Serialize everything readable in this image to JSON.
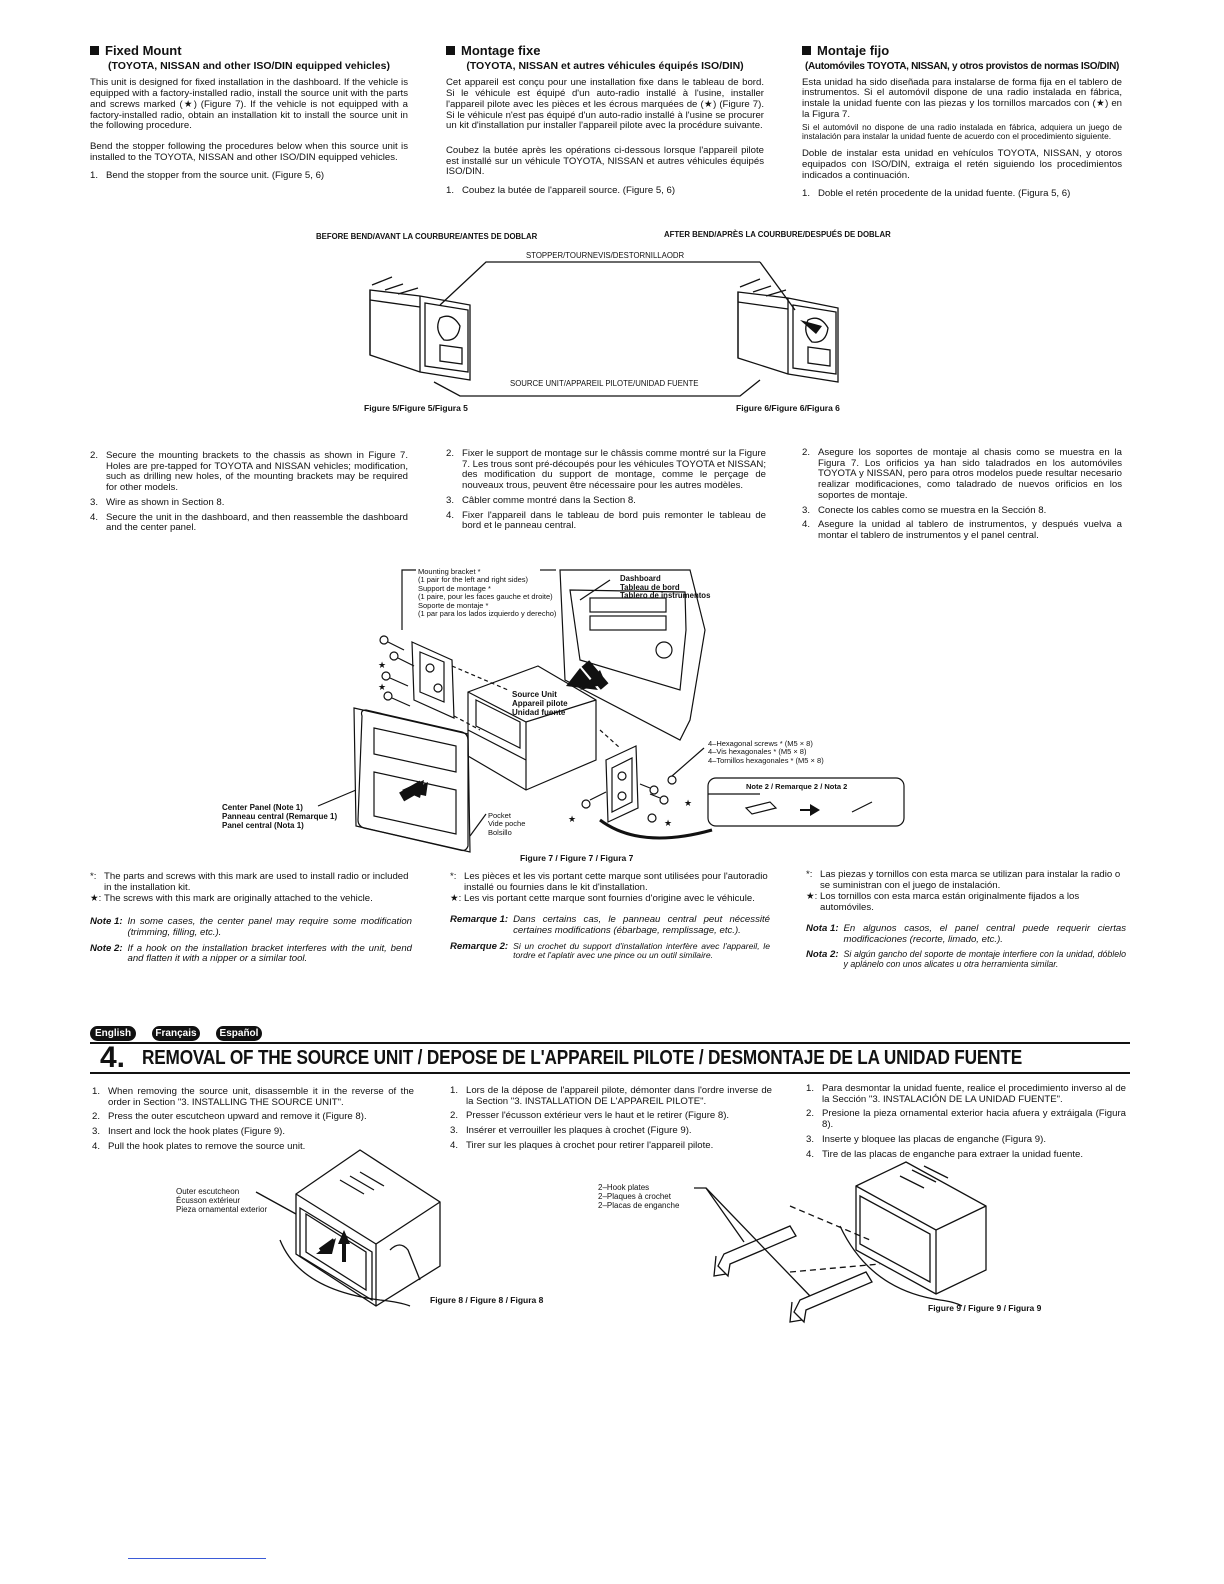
{
  "top": {
    "en": {
      "title": "Fixed Mount",
      "subtitle": "(TOYOTA, NISSAN and other ISO/DIN equipped vehicles)",
      "p1": "This unit is designed for fixed installation in the dashboard. If the vehicle is equipped with a factory-installed radio, install the source unit with the parts and screws marked (★) (Figure 7). If the vehicle is not equipped with a factory-installed radio, obtain an installation kit to install the source unit in the following procedure.",
      "p2": "Bend the stopper following the procedures below when this source unit is installed to the TOYOTA, NISSAN and other ISO/DIN equipped vehicles.",
      "step1": "Bend the stopper from the source unit. (Figure 5, 6)"
    },
    "fr": {
      "title": "Montage fixe",
      "subtitle": "(TOYOTA, NISSAN et autres véhicules équipés ISO/DIN)",
      "p1": "Cet appareil est conçu pour une installation fixe dans le tableau de bord. Si le véhicule est équipé d'un auto-radio installé à l'usine, installer l'appareil pilote avec les pièces et les écrous marquées de (★) (Figure 7). Si le véhicule n'est pas équipé d'un auto-radio installé à l'usine se procurer un kit d'installation pur installer l'appareil pilote avec la procédure suivante.",
      "p2": "Coubez la butée après les opérations ci-dessous lorsque l'appareil pilote est installé sur un véhicule TOYOTA, NISSAN et autres véhicules équipés ISO/DIN.",
      "step1": "Coubez la butée de l'appareil source. (Figure 5, 6)"
    },
    "es": {
      "title": "Montaje fijo",
      "subtitle": "(Automóviles TOYOTA, NISSAN, y otros provistos de normas ISO/DIN)",
      "p1": "Esta unidad ha sido diseñada para instalarse de forma fija en el tablero de instrumentos. Si el automóvil dispone de una radio instalada en fábrica, instale la unidad fuente con las piezas y los tornillos marcados con (★) en la Figura 7.",
      "p1small": "Si el automóvil no dispone de una radio instalada en fábrica, adquiera un juego de instalación para instalar la unidad fuente de acuerdo con el procedimiento siguiente.",
      "p2": "Doble de instalar esta unidad en vehículos TOYOTA, NISSAN, y otoros equipados con ISO/DIN, extraiga el retén siguiendo los procedimientos indicados a continuación.",
      "step1": "Doble el retén procedente de la unidad fuente. (Figura 5, 6)"
    }
  },
  "fig56": {
    "before": "BEFORE BEND/AVANT LA COURBURE/ANTES DE DOBLAR",
    "after": "AFTER BEND/APRÈS LA COURBURE/DESPUÉS DE DOBLAR",
    "stopper": "STOPPER/TOURNEVIS/DESTORNILLAODR",
    "source": "SOURCE UNIT/APPAREIL PILOTE/UNIDAD FUENTE",
    "cap5": "Figure 5/Figure 5/Figura 5",
    "cap6": "Figure 6/Figure 6/Figura 6"
  },
  "steps": {
    "en": [
      {
        "n": "2.",
        "t": "Secure the mounting brackets to the chassis as shown in Figure 7. Holes are pre-tapped for TOYOTA and NISSAN vehicles; modification, such as drilling new holes, of the mounting brackets may be required for other models."
      },
      {
        "n": "3.",
        "t": "Wire as shown in Section 8."
      },
      {
        "n": "4.",
        "t": "Secure the unit in the dashboard, and then reassemble the dashboard and the center panel."
      }
    ],
    "fr": [
      {
        "n": "2.",
        "t": "Fixer le support de montage sur le châssis comme montré sur la Figure 7. Les trous sont pré-découpés pour les véhicules TOYOTA et NISSAN; des modification du support de montage, comme le perçage de nouveaux trous, peuvent être nécessaire pour les autres modèles."
      },
      {
        "n": "3.",
        "t": "Câbler comme montré dans la Section 8."
      },
      {
        "n": "4.",
        "t": "Fixer l'appareil dans le tableau de bord puis remonter le tableau de bord et le panneau central."
      }
    ],
    "es": [
      {
        "n": "2.",
        "t": "Asegure los soportes de montaje al chasis como se muestra en la Figura 7. Los orificios ya han sido taladrados en los automóviles TOYOTA y NISSAN, pero para otros modelos puede resultar necesario realizar modificaciones, como taladrado de nuevos orificios en los soportes de montaje."
      },
      {
        "n": "3.",
        "t": "Conecte los cables como se muestra en la Sección 8."
      },
      {
        "n": "4.",
        "t": "Asegure la unidad al tablero de instrumentos, y después vuelva a montar el tablero de instrumentos y el panel central."
      }
    ]
  },
  "fig7": {
    "bracket": [
      "Mounting bracket *",
      "(1 pair for the left and right sides)",
      "Support de montage *",
      "(1 paire, pour les faces gauche et droite)",
      "Soporte de montaje *",
      "(1 par para los lados izquierdo y derecho)"
    ],
    "dashboard": [
      "Dashboard",
      "Tableau de bord",
      "Tablero de instrumentos"
    ],
    "source": [
      "Source Unit",
      "Appareil pilote",
      "Unidad fuente"
    ],
    "screws": [
      "4–Hexagonal screws * (M5 × 8)",
      "4–Vis hexagonales * (M5 × 8)",
      "4–Tornillos hexagonales * (M5 × 8)"
    ],
    "center": [
      "Center Panel (Note 1)",
      "Panneau central (Remarque 1)",
      "Panel central (Nota 1)"
    ],
    "pocket": [
      "Pocket",
      "Vide poche",
      "Bolsillo"
    ],
    "note2": "Note 2 / Remarque 2 / Nota 2",
    "cap": "Figure 7 / Figure 7 / Figura 7"
  },
  "marks": {
    "en": {
      "ast": "The parts and screws with this mark are used to install radio or included in the installation kit.",
      "star": "The screws with this mark are originally attached to the vehicle.",
      "note1_lab": "Note 1:",
      "note1": "In some cases, the center panel may require some modification (trimming, filling, etc.).",
      "note2_lab": "Note 2:",
      "note2": "If a hook on the installation bracket interferes with the unit, bend and flatten it with a nipper or a similar tool."
    },
    "fr": {
      "ast": "Les pièces et les vis portant cette marque sont utilisées pour l'autoradio installé ou fournies dans le kit d'installation.",
      "star": "Les vis portant cette marque sont fournies d'origine avec le véhicule.",
      "note1_lab": "Remarque 1:",
      "note1": "Dans certains cas, le panneau central peut nécessité certaines modifications (ébarbage, remplissage, etc.).",
      "note2_lab": "Remarque 2:",
      "note2": "Si un crochet du support d'installation interfère avec l'appareil, le tordre et l'aplatir avec une pince ou un outil similaire."
    },
    "es": {
      "ast": "Las piezas y tornillos con esta marca se utilizan para instalar la radio o se suministran con el juego de instalación.",
      "star": "Los tornillos con esta marca están originalmente fijados a los automóviles.",
      "note1_lab": "Nota 1:",
      "note1": "En algunos casos, el panel central puede requerir ciertas modificaciones (recorte, limado, etc.).",
      "note2_lab": "Nota 2:",
      "note2": "Si algún gancho del soporte de montaje interfiere con la unidad, dóblelo y aplánelo con unos alicates u otra herramienta similar."
    },
    "ast_sym": "*:",
    "star_sym": "★:"
  },
  "lang_tabs": [
    "English",
    "Français",
    "Español"
  ],
  "section4": {
    "num": "4.",
    "title": "REMOVAL OF THE SOURCE UNIT / DEPOSE DE L'APPAREIL PILOTE / DESMONTAJE DE LA UNIDAD FUENTE",
    "en": [
      {
        "n": "1.",
        "t": "When removing the source unit, disassemble it in the reverse of the order in Section \"3. INSTALLING THE SOURCE UNIT\"."
      },
      {
        "n": "2.",
        "t": "Press the outer escutcheon upward and remove it (Figure 8)."
      },
      {
        "n": "3.",
        "t": "Insert and lock the hook plates (Figure 9)."
      },
      {
        "n": "4.",
        "t": "Pull the hook plates to remove the source unit."
      }
    ],
    "fr": [
      {
        "n": "1.",
        "t": "Lors de la dépose de l'appareil pilote, démonter dans l'ordre inverse de la Section \"3. INSTALLATION DE L'APPAREIL PILOTE\"."
      },
      {
        "n": "2.",
        "t": "Presser l'écusson extérieur vers le haut et le retirer (Figure 8)."
      },
      {
        "n": "3.",
        "t": "Insérer et verrouiller les plaques à crochet (Figure 9)."
      },
      {
        "n": "4.",
        "t": "Tirer sur les plaques à crochet pour retirer l'appareil pilote."
      }
    ],
    "es": [
      {
        "n": "1.",
        "t": "Para desmontar la unidad fuente, realice el procedimiento inverso al de la Sección \"3. INSTALACIÓN DE LA UNIDAD FUENTE\"."
      },
      {
        "n": "2.",
        "t": "Presione la pieza ornamental exterior hacia afuera y extráigala (Figura 8)."
      },
      {
        "n": "3.",
        "t": "Inserte y bloquee las placas de enganche (Figura 9)."
      },
      {
        "n": "4.",
        "t": "Tire de las placas de enganche para extraer la unidad fuente."
      }
    ]
  },
  "fig8": {
    "labels": [
      "Outer escutcheon",
      "Écusson extérieur",
      "Pieza ornamental exterior"
    ],
    "cap": "Figure 8 / Figure 8 / Figura 8"
  },
  "fig9": {
    "labels": [
      "2–Hook plates",
      "2–Plaques à crochet",
      "2–Placas de enganche"
    ],
    "cap": "Figure 9 / Figure 9 / Figura 9"
  }
}
